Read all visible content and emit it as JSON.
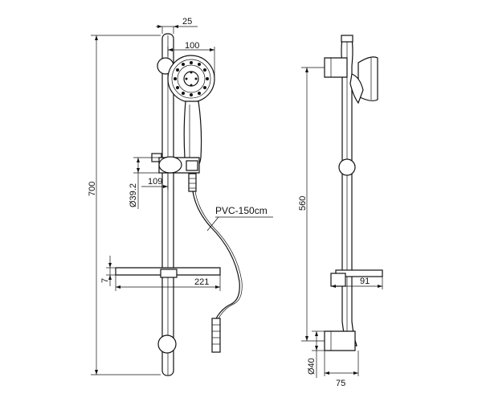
{
  "dimensions": {
    "bar_diameter_top": "25",
    "head_diameter": "100",
    "overall_height": "700",
    "holder_diameter": "Ø39.2",
    "holder_projection": "109",
    "shelf_thickness": "7",
    "shelf_width": "221",
    "bracket_spacing": "560",
    "shelf_depth_side": "91",
    "bracket_diameter": "Ø40",
    "bracket_depth": "75"
  },
  "labels": {
    "hose": "PVC-150cm"
  }
}
